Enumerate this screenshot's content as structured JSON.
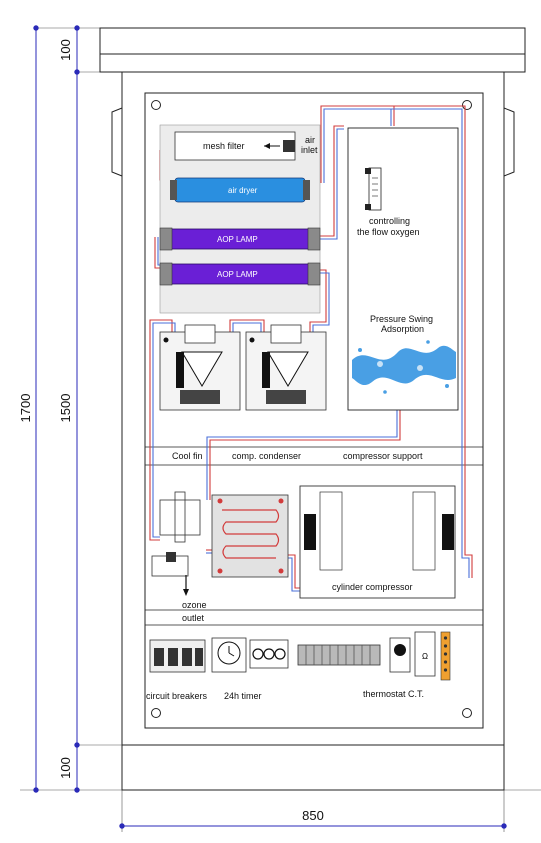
{
  "dimensions": {
    "top_height": "100",
    "cabinet_height": "1500",
    "total_height": "1700",
    "bottom_height": "100",
    "width": "850"
  },
  "labels": {
    "mesh_filter": "mesh filter",
    "air_inlet_1": "air",
    "air_inlet_2": "inlet",
    "air_dryer": "air dryer",
    "aop_lamp_1": "AOP LAMP",
    "aop_lamp_2": "AOP LAMP",
    "flow_1": "controlling",
    "flow_2": "the flow oxygen",
    "psa_1": "Pressure Swing",
    "psa_2": "Adsorption",
    "cool_fin": "Cool fin",
    "comp_condenser": "comp. condenser",
    "compressor_support": "compressor support",
    "cylinder_compressor": "cylinder compressor",
    "ozone_1": "ozone",
    "ozone_2": "outlet",
    "circuit_breakers": "circuit breakers",
    "timer": "24h timer",
    "thermostat": "thermostat C.T."
  },
  "colors": {
    "pipe_red": "#d23c3c",
    "pipe_blue": "#4a6fd8",
    "dimension_blue": "#2a2ab8",
    "lamp_purple": "#6a1fd6",
    "dryer_blue": "#2a8fe0",
    "terminal_orange": "#f0a030"
  }
}
